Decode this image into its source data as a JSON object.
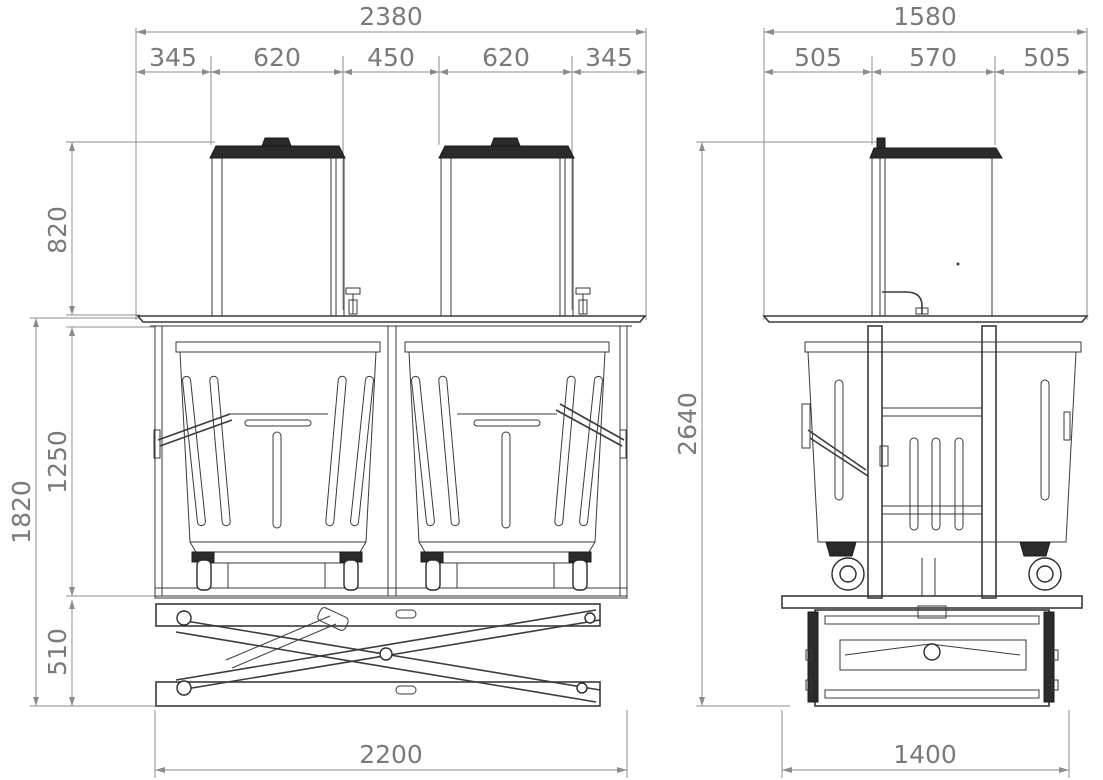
{
  "front_view": {
    "overall_width": "2380",
    "top_segments": [
      "345",
      "620",
      "450",
      "620",
      "345"
    ],
    "bin_height": "820",
    "frame_height": "1250",
    "total_height": "1820",
    "lift_height": "510",
    "base_width": "2200"
  },
  "side_view": {
    "overall_width": "1580",
    "top_segments": [
      "505",
      "570",
      "505"
    ],
    "total_height": "2640",
    "base_width": "1400"
  },
  "colors": {
    "dimension_line": "#8c8c8c",
    "dimension_text": "#7a7a7a",
    "outline": "#3a3a3a",
    "fill_dark": "#2b2b2b"
  }
}
